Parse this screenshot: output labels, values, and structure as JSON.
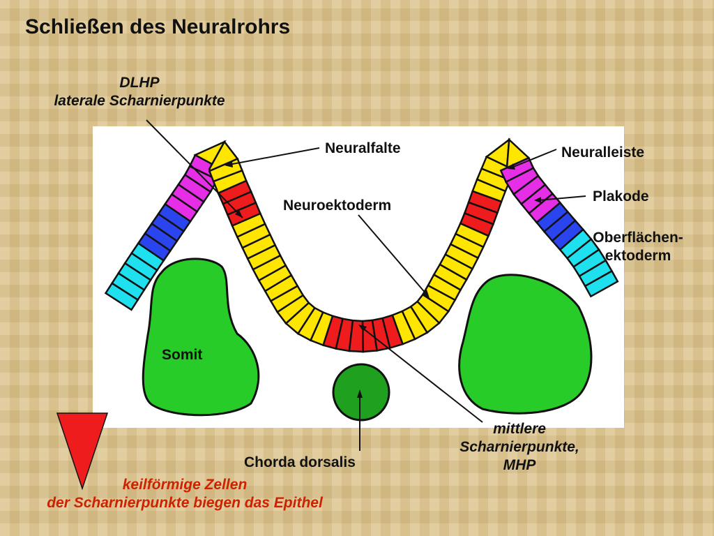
{
  "title": "Schließen des Neuralrohrs",
  "labels": {
    "dlhp_line1": "DLHP",
    "dlhp_line2": "laterale Scharnierpunkte",
    "neuralfalte": "Neuralfalte",
    "neuralleiste": "Neuralleiste",
    "plakode": "Plakode",
    "neuroektoderm": "Neuroektoderm",
    "oberflaechen_line1": "Oberflächen-",
    "oberflaechen_line2": "ektoderm",
    "somit": "Somit",
    "chorda": "Chorda dorsalis",
    "mhp_line1": "mittlere",
    "mhp_line2": "Scharnierpunkte,",
    "mhp_line3": "MHP"
  },
  "caption": {
    "line1": "keilförmige Zellen",
    "line2": "der Scharnierpunkte biegen das Epithel"
  },
  "colors": {
    "neuroectoderm": "#ffe600",
    "hinge": "#ee1c1c",
    "neural_crest": "#e62ee6",
    "placode": "#2b45ee",
    "surface_ectoderm": "#1ee0ee",
    "somite": "#28cc28",
    "notochord": "#1fa01f",
    "caption": "#cc2200"
  }
}
